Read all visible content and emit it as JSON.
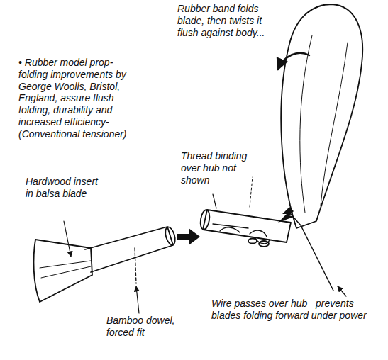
{
  "diagram": {
    "labels": [
      "• Rubber model prop-folding improvements by George Woolls, Bristol, England, assure flush folding, durability and increased efficiency- (Conventional tensioner)",
      "Rubber band folds blade, then twists it flush against body...",
      "Thread binding over hub not shown",
      "Hardwood insert in balsa blade",
      "Bamboo dowel, forced fit",
      "Wire passes over hub_ prevents blades folding forward under power_"
    ]
  }
}
